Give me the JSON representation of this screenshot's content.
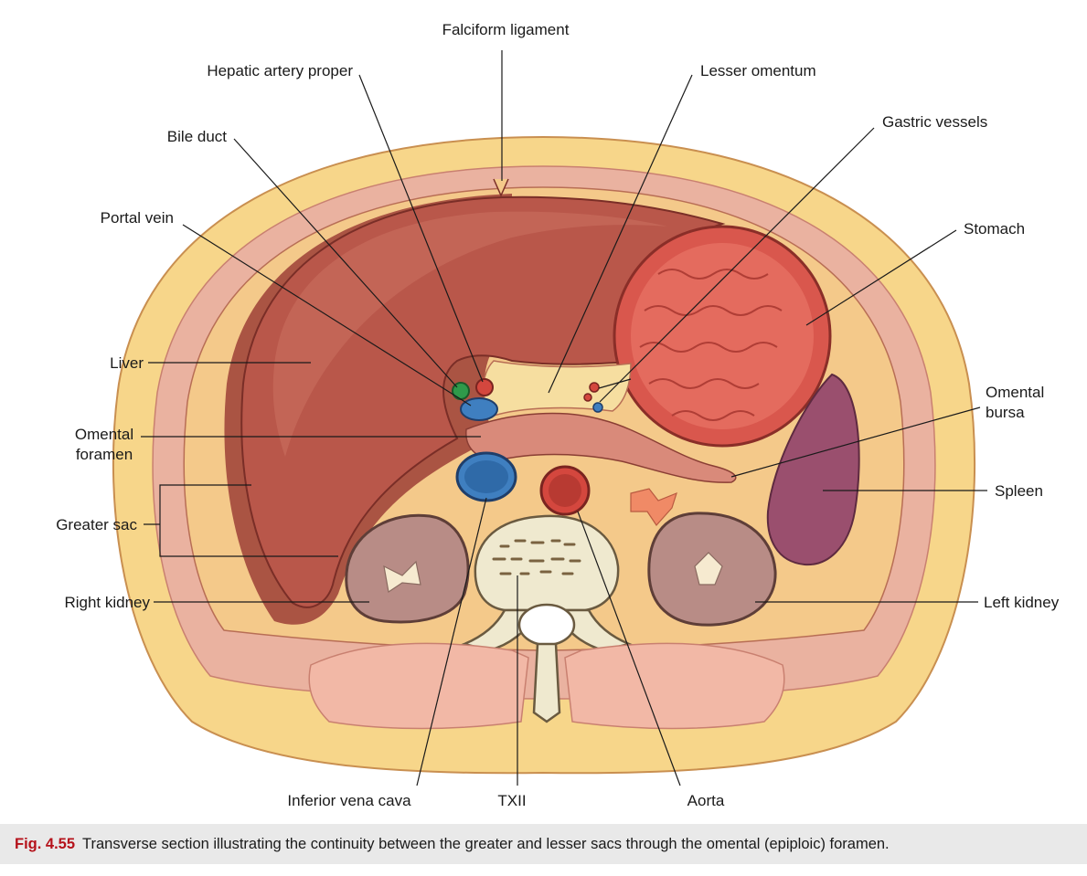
{
  "labels": {
    "falciform_ligament": "Falciform ligament",
    "hepatic_artery_proper": "Hepatic artery proper",
    "lesser_omentum": "Lesser omentum",
    "bile_duct": "Bile duct",
    "gastric_vessels": "Gastric vessels",
    "portal_vein": "Portal vein",
    "stomach": "Stomach",
    "liver": "Liver",
    "omental_bursa_line1": "Omental",
    "omental_bursa_line2": "bursa",
    "omental_foramen_line1": "Omental",
    "omental_foramen_line2": "foramen",
    "spleen": "Spleen",
    "greater_sac": "Greater sac",
    "right_kidney": "Right kidney",
    "left_kidney": "Left kidney",
    "inferior_vena_cava": "Inferior vena cava",
    "txii": "TXII",
    "aorta": "Aorta"
  },
  "caption": {
    "figure_number": "Fig. 4.55",
    "text": "Transverse section illustrating the continuity between the greater and lesser sacs through the omental (epiploic) foramen."
  },
  "colors": {
    "fat": "#f7d68a",
    "muscle": "#eab2a0",
    "liver": "#b9574a",
    "stomach_wall": "#d9574d",
    "spleen": "#9a4f6e",
    "kidney": "#b88c86",
    "vein": "#3f7fc0",
    "artery": "#d4473e",
    "bile_duct": "#2f9a4a",
    "bone": "#efe9cf",
    "caption_accent": "#b5121b",
    "caption_bg": "#e9e9e9"
  }
}
